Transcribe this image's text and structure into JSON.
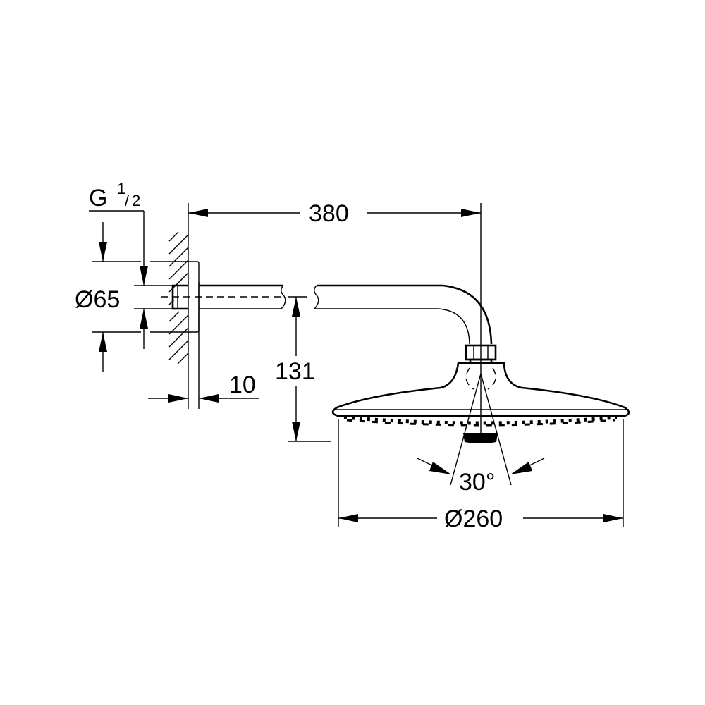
{
  "drawing": {
    "subject": "Shower head with wall arm — dimensional drawing",
    "background_color": "#ffffff",
    "line_color": "#000000"
  },
  "dimensions": {
    "thread": {
      "prefix": "G",
      "numerator": "1",
      "slash": "/",
      "denominator": "2"
    },
    "flange_diameter": "Ø65",
    "arm_projection": "380",
    "flange_depth": "10",
    "height_drop": "131",
    "spray_angle": "30°",
    "head_diameter": "Ø260"
  }
}
